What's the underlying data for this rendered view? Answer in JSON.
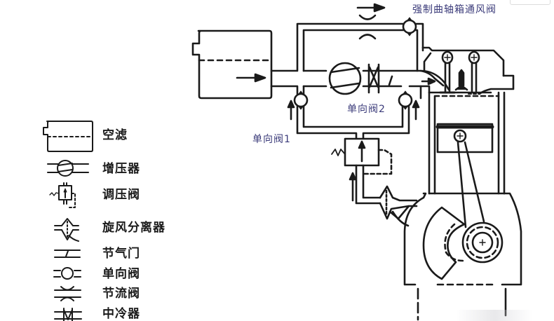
{
  "diagram": {
    "title_callout": "强制曲轴箱通风阀",
    "callouts": {
      "check_valve_1": "单向阀1",
      "check_valve_2": "单向阀2"
    },
    "legend": [
      {
        "symbol": "air-filter-symbol",
        "label": "空滤"
      },
      {
        "symbol": "turbocharger-symbol",
        "label": "增压器"
      },
      {
        "symbol": "pressure-regulating-valve-symbol",
        "label": "调压阀"
      },
      {
        "symbol": "cyclone-separator-symbol",
        "label": "旋风分离器"
      },
      {
        "symbol": "throttle-symbol",
        "label": "节气门"
      },
      {
        "symbol": "check-valve-symbol",
        "label": "单向阀"
      },
      {
        "symbol": "restrictor-valve-symbol",
        "label": "节流阀"
      },
      {
        "symbol": "intercooler-symbol",
        "label": "中冷器"
      }
    ],
    "colors": {
      "line": "#1a1a1a",
      "callout_text": "#3b3b7a",
      "background": "#ffffff"
    }
  }
}
